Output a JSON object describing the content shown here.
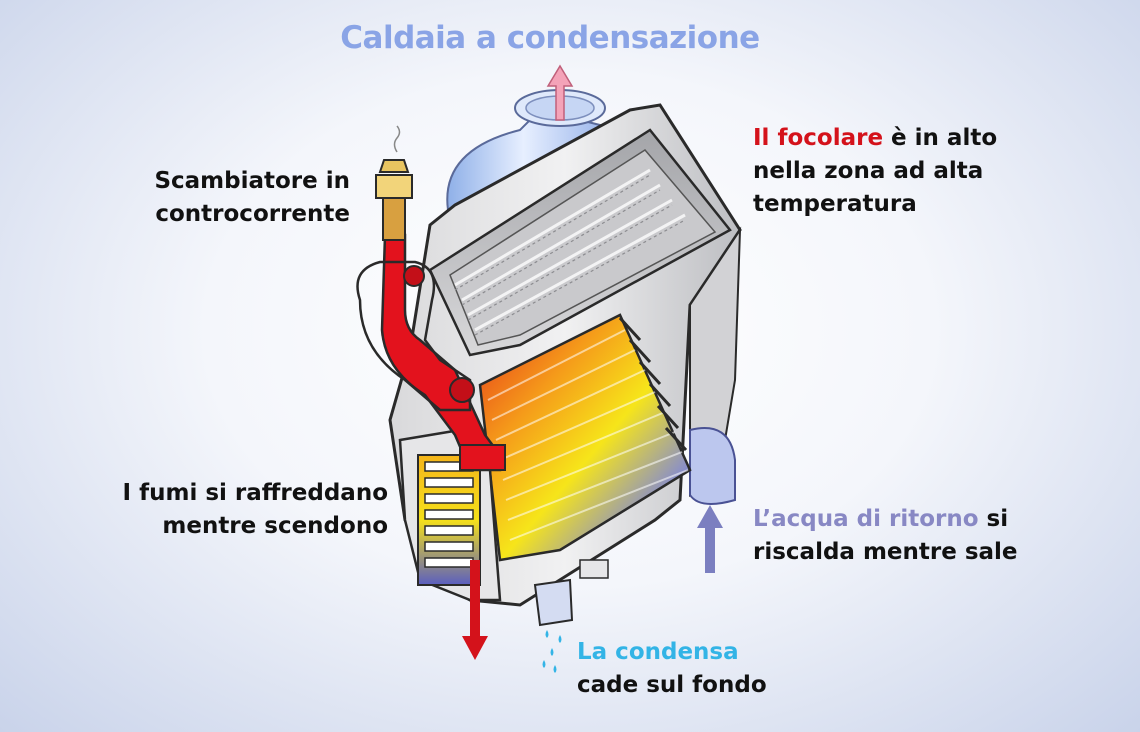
{
  "title": "Caldaia a condensazione",
  "labels": {
    "scambiatore": {
      "line1": "Scambiatore in",
      "line2": "controcorrente"
    },
    "focolare": {
      "highlight": "Il focolare",
      "rest1": " è in alto",
      "line2": "nella zona ad alta",
      "line3": "temperatura"
    },
    "fumi": {
      "line1": "I fumi si raffreddano",
      "line2": "mentre scendono"
    },
    "acqua": {
      "highlight": "L’acqua di ritorno",
      "rest1": " si",
      "line2": "riscalda mentre sale"
    },
    "condensa": {
      "highlight": "La condensa",
      "line2": "cade sul fondo"
    }
  },
  "colors": {
    "title": "#8aa4e6",
    "focolare": "#d4121b",
    "acqua": "#8888c4",
    "condensa": "#33b4e6",
    "text": "#111111",
    "hot_pipe": "#e3121d",
    "cold_arrow": "#7b7fc0"
  }
}
